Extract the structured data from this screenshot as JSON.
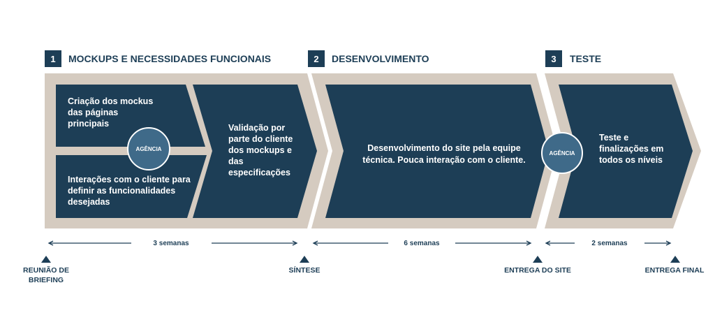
{
  "colors": {
    "navy": "#1d3e56",
    "beige": "#d5cbc0",
    "badge": "#3f6a89",
    "white": "#ffffff"
  },
  "phases": [
    {
      "number": "1",
      "title": "MOCKUPS E NECESSIDADES FUNCIONAIS"
    },
    {
      "number": "2",
      "title": "DESENVOLVIMENTO"
    },
    {
      "number": "3",
      "title": "TESTE"
    }
  ],
  "boxes": {
    "mockups_creation": [
      "Criação dos mockus",
      "das páginas",
      "principais"
    ],
    "interactions": [
      "Interações com o cliente para",
      "definir as funcionalidades",
      "desejadas"
    ],
    "validation": [
      "Validação por",
      "parte do cliente",
      "dos mockups e",
      "das",
      "especificações"
    ],
    "development": [
      "Desenvolvimento do site pela equipe",
      "técnica. Pouca interação com o cliente."
    ],
    "testing": [
      "Teste e",
      "finalizações em",
      "todos os níveis"
    ]
  },
  "badges": {
    "phase1": "AGÊNCIA",
    "phase3": "AGÊNCIA"
  },
  "durations": [
    "3 semanas",
    "6 semanas",
    "2 semanas"
  ],
  "milestones": [
    [
      "REUNIÃO DE",
      "BRIEFING"
    ],
    [
      "SÍNTESE"
    ],
    [
      "ENTREGA DO SITE"
    ],
    [
      "ENTREGA FINAL"
    ]
  ]
}
